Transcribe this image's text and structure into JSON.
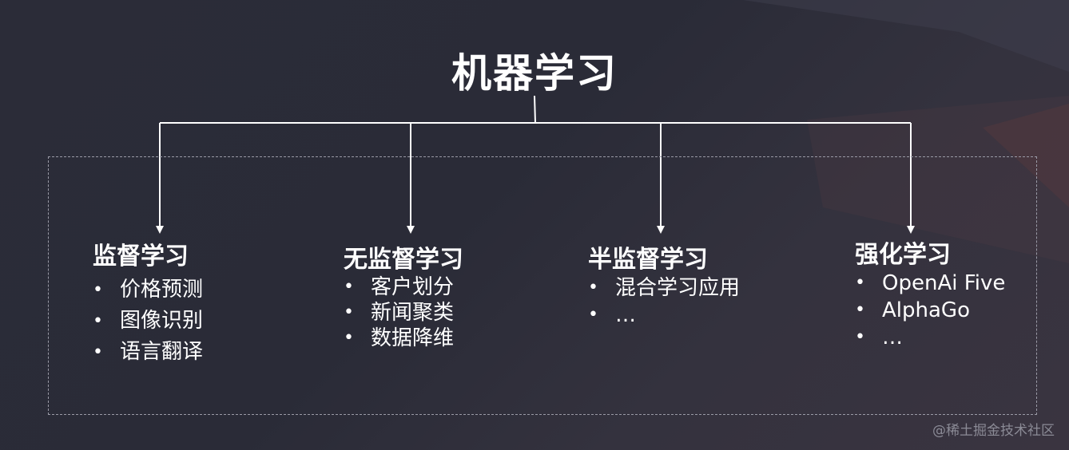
{
  "diagram": {
    "root": "机器学习",
    "categories": [
      {
        "title": "监督学习",
        "items": [
          "价格预测",
          "图像识别",
          "语言翻译"
        ]
      },
      {
        "title": "无监督学习",
        "items": [
          "客户划分",
          "新闻聚类",
          "数据降维"
        ]
      },
      {
        "title": "半监督学习",
        "items": [
          "混合学习应用",
          "…"
        ]
      },
      {
        "title": "强化学习",
        "items": [
          "OpenAi Five",
          "AlphaGo",
          "…"
        ]
      }
    ],
    "bullet": "•"
  },
  "watermark": "@稀土掘金技术社区",
  "colors": {
    "background": "#2b2c38",
    "text": "#ffffff",
    "line": "#ffffff",
    "dashed_border": "#9a9aa6"
  }
}
